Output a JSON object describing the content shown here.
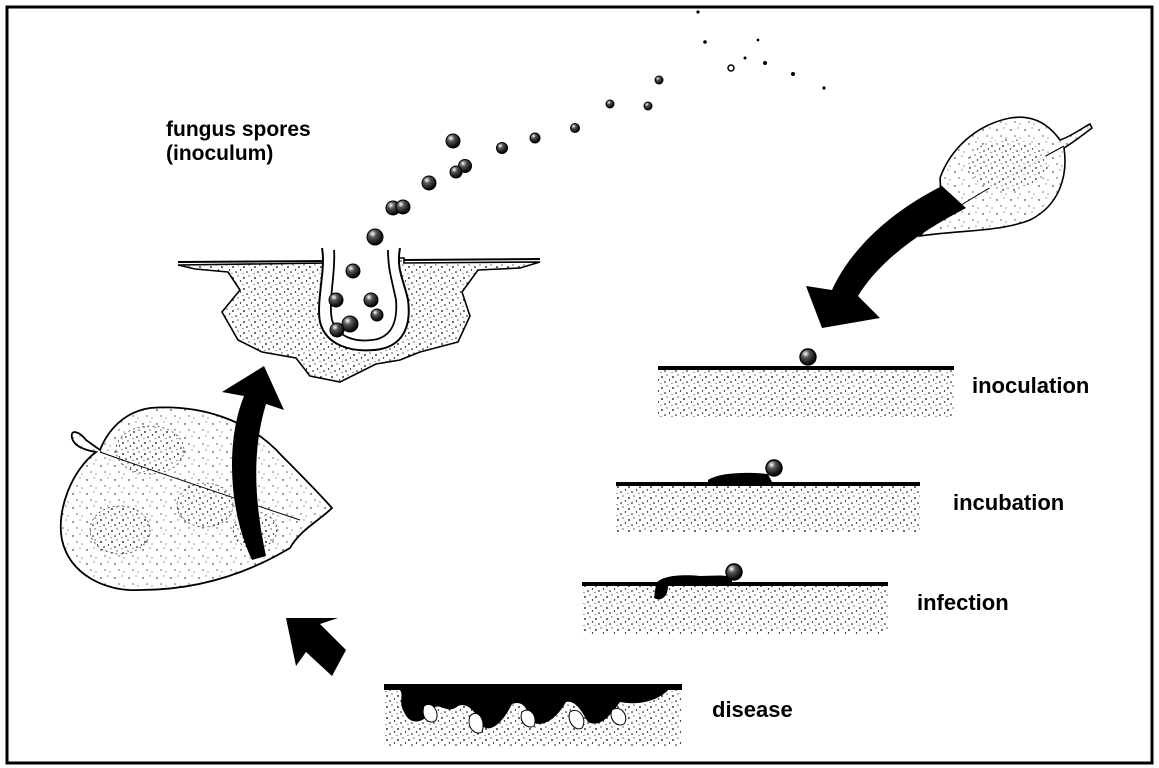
{
  "labels": {
    "spores_line1": "fungus spores",
    "spores_line2": "(inoculum)",
    "inoculation": "inoculation",
    "incubation": "incubation",
    "infection": "infection",
    "disease": "disease"
  },
  "colors": {
    "ink": "#000000",
    "paper": "#ffffff"
  }
}
